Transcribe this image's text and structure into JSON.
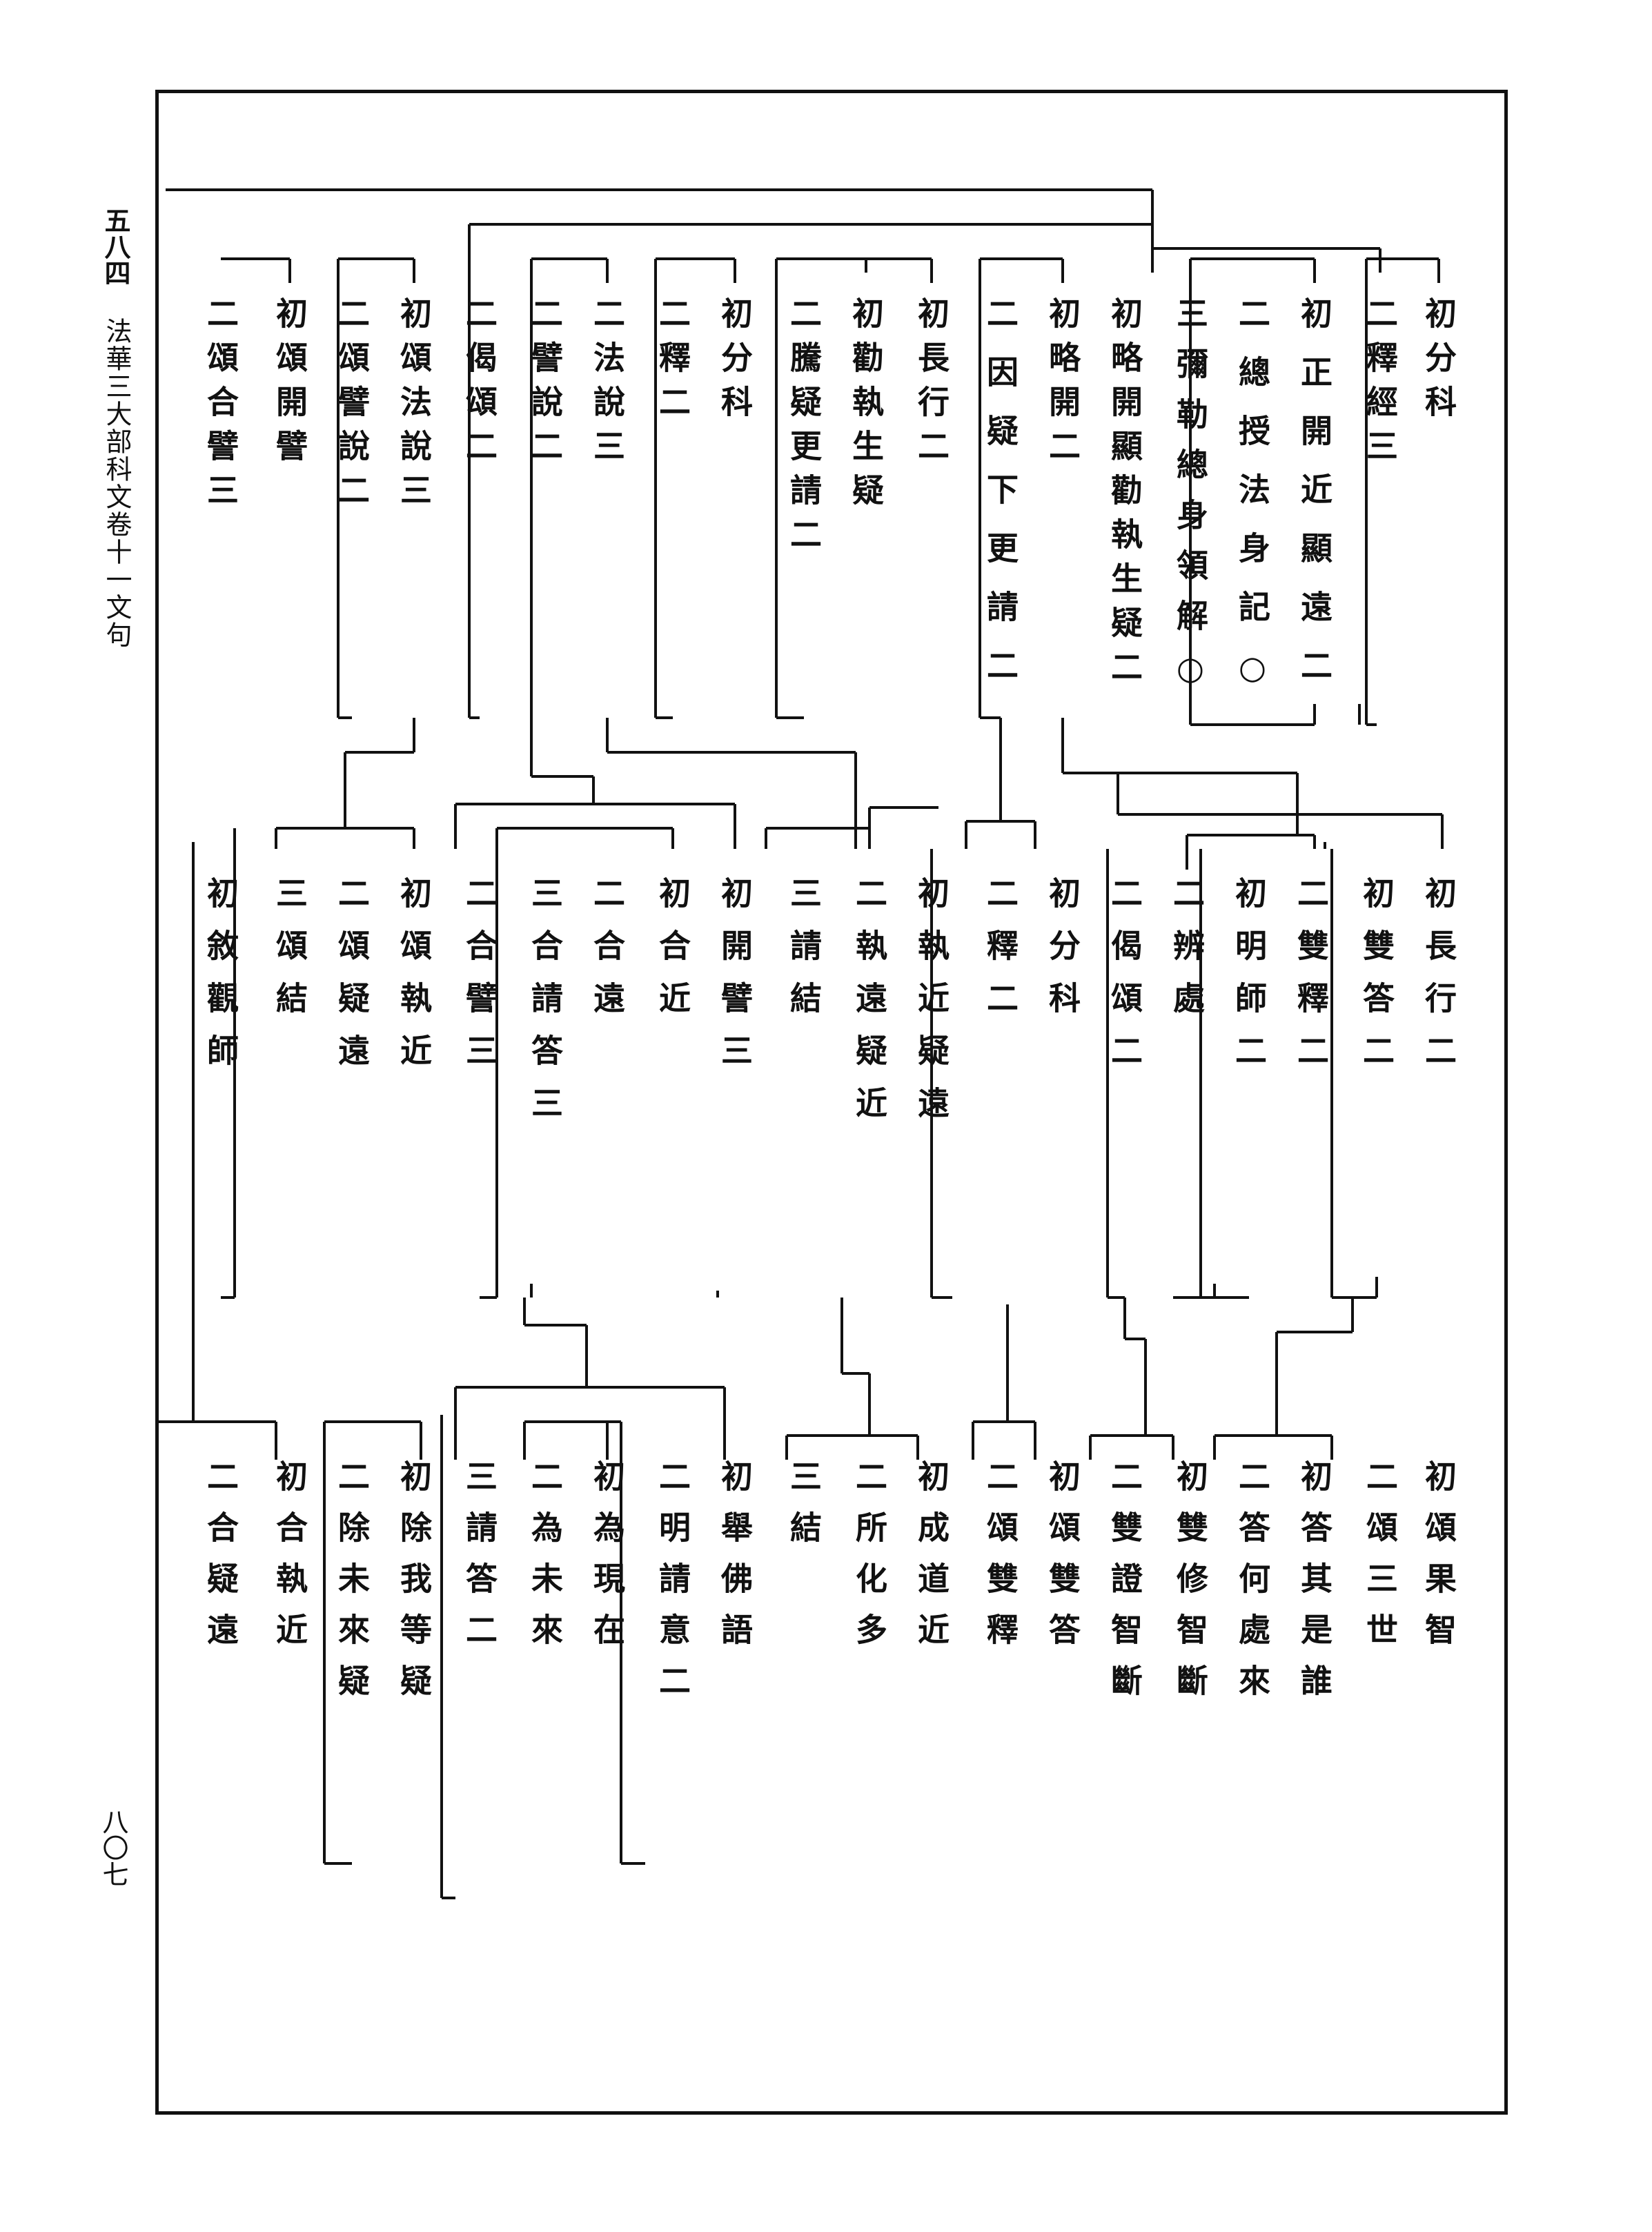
{
  "margin": {
    "page_number": "五八四",
    "book_title": "法華三大部科文卷十一文句",
    "folio": "八〇七"
  },
  "rows": [
    {
      "entries": [
        {
          "text": "初分科"
        },
        {
          "text": "二釋經三"
        },
        {
          "text": "初正開近顯遠二"
        },
        {
          "text": "二總授法身記○"
        },
        {
          "text": "三彌勒總身領解○"
        },
        {
          "text": "初略開顯勸執生疑二"
        },
        {
          "text": "初略開二"
        },
        {
          "text": "二因疑下更請二"
        },
        {
          "text": "初長行二"
        },
        {
          "text": "初勸執生疑"
        },
        {
          "text": "二騰疑更請二"
        },
        {
          "text": "初分科"
        },
        {
          "text": "二釋二"
        },
        {
          "text": "二法說三"
        },
        {
          "text": "二譬說二"
        },
        {
          "text": "二偈頌二"
        },
        {
          "text": "初頌法說三"
        },
        {
          "text": "二頌譬說二"
        },
        {
          "text": "初頌開譬"
        },
        {
          "text": "二頌合譬三"
        }
      ]
    },
    {
      "entries": [
        {
          "text": "初長行二"
        },
        {
          "text": "初雙答二"
        },
        {
          "text": "二雙釋二"
        },
        {
          "text": "初明師二"
        },
        {
          "text": "二辨處"
        },
        {
          "text": "二偈頌二"
        },
        {
          "text": "初分科"
        },
        {
          "text": "二釋二"
        },
        {
          "text": "初執近疑遠"
        },
        {
          "text": "二執遠疑近"
        },
        {
          "text": "三請結"
        },
        {
          "text": "初開譬三"
        },
        {
          "text": "初合近"
        },
        {
          "text": "二合遠"
        },
        {
          "text": "三合請答三"
        },
        {
          "text": "二合譬三"
        },
        {
          "text": "初頌執近"
        },
        {
          "text": "二頌疑遠"
        },
        {
          "text": "三頌結"
        },
        {
          "text": "初敘觀師"
        }
      ]
    },
    {
      "entries": [
        {
          "text": "初頌果智"
        },
        {
          "text": "二頌三世"
        },
        {
          "text": "初答其是誰"
        },
        {
          "text": "二答何處來"
        },
        {
          "text": "初雙修智斷"
        },
        {
          "text": "二雙證智斷"
        },
        {
          "text": "初頌雙答"
        },
        {
          "text": "二頌雙釋"
        },
        {
          "text": "初成道近"
        },
        {
          "text": "二所化多"
        },
        {
          "text": "三結"
        },
        {
          "text": "初舉佛語"
        },
        {
          "text": "二明請意二"
        },
        {
          "text": "初為現在"
        },
        {
          "text": "二為未來"
        },
        {
          "text": "三請答二"
        },
        {
          "text": "初除我等疑"
        },
        {
          "text": "二除未來疑"
        },
        {
          "text": "初合執近"
        },
        {
          "text": "二合疑遠"
        }
      ]
    }
  ]
}
